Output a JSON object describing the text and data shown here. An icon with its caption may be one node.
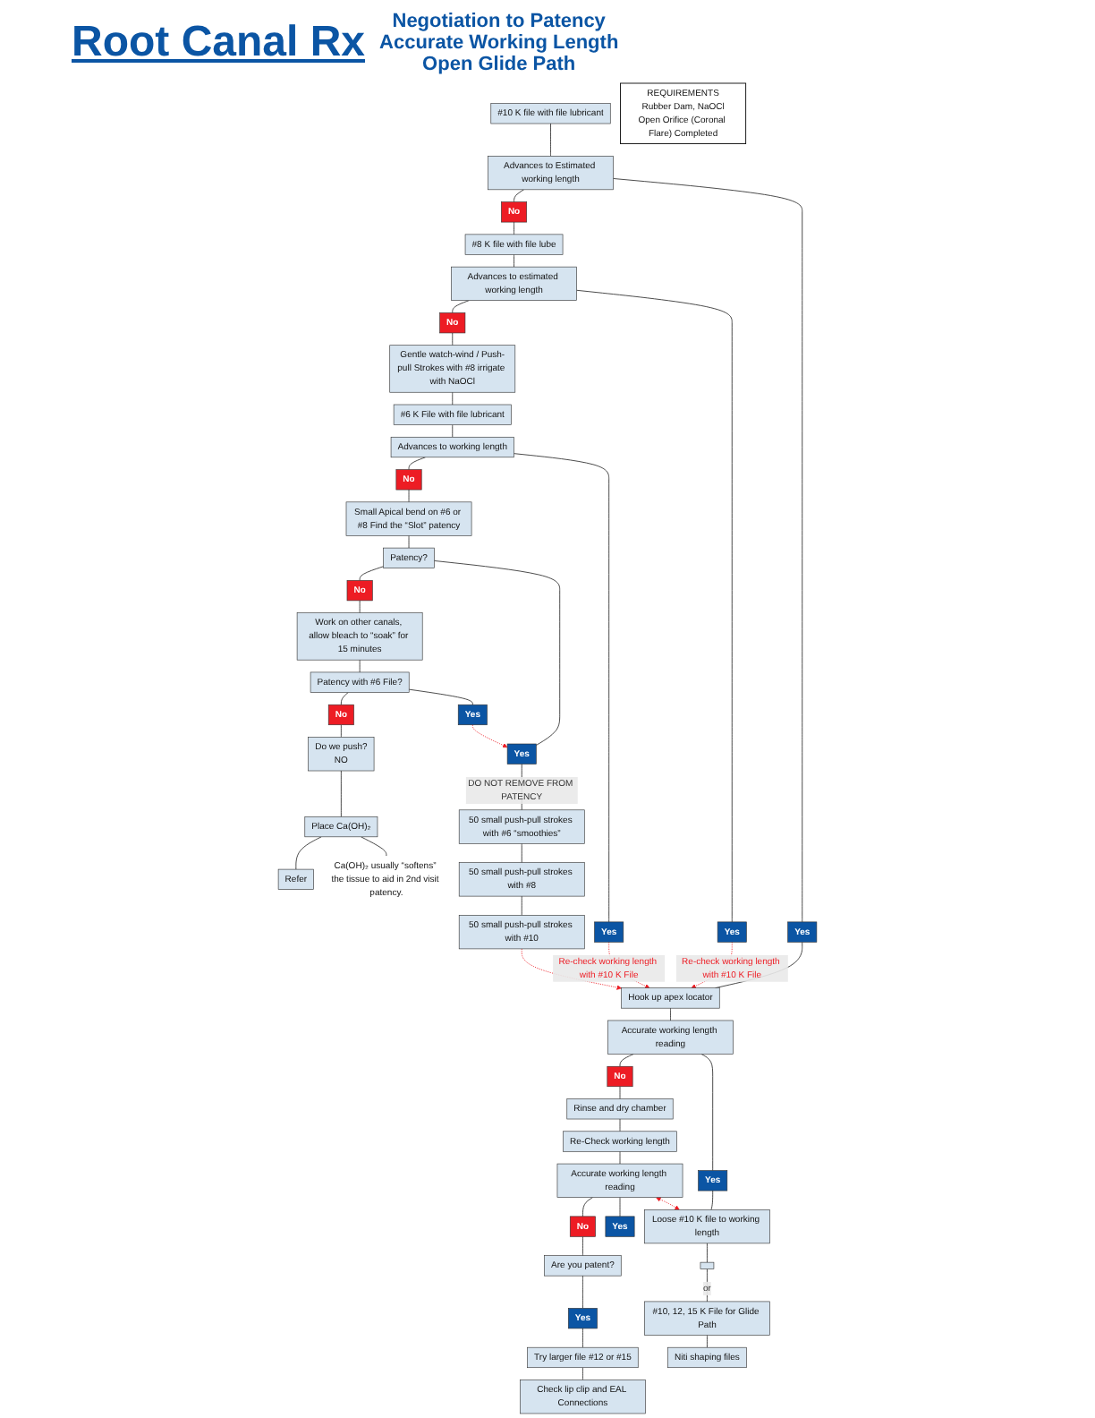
{
  "diagram": {
    "title": "Root Canal Rx",
    "nodes": [
      {
        "text": [
          "#10 K file with file lubricant"
        ]
      },
      {
        "text": [
          "Advances to Estimated working length"
        ]
      },
      {
        "text": [
          "No"
        ]
      },
      {
        "text": [
          "Yes"
        ]
      },
      {
        "text": [
          "#8 K file with file lube"
        ]
      },
      {
        "text": [
          "Advances to estimated working length"
        ]
      },
      {
        "text": [
          "No"
        ]
      },
      {
        "text": [
          "Yes"
        ]
      },
      {
        "text": [
          "Gentle watch-wind / Push-pull Strokes with #8 irrigate with NaOCl"
        ]
      },
      {
        "text": [
          "#6 K File with file lubricant"
        ]
      },
      {
        "text": [
          "Advances to working length"
        ]
      },
      {
        "text": [
          "No"
        ]
      },
      {
        "text": [
          "Yes"
        ]
      },
      {
        "text": [
          "Small Apical bend on #6 or #8 Find the “Slot” patency"
        ]
      },
      {
        "text": [
          "Patency?"
        ]
      },
      {
        "text": [
          "No"
        ]
      },
      {
        "text": [
          "Yes"
        ]
      },
      {
        "text": [
          "50 small push-pull strokes with #6 “smoothies”"
        ]
      },
      {
        "text": [
          "50 small push-pull strokes with #8"
        ]
      },
      {
        "text": [
          "50 small push-pull strokes with #10"
        ]
      },
      {
        "text": [
          "Work on other canals, allow bleach to “soak” for 15 minutes"
        ]
      },
      {
        "text": [
          "Patency with #6 File?"
        ]
      },
      {
        "text": [
          "No"
        ]
      },
      {
        "text": [
          "Yes"
        ]
      },
      {
        "text": [
          "Do we push?",
          "NO"
        ]
      },
      {
        "text": [
          "Place Ca(OH)₂"
        ]
      },
      {
        "text": [
          "Refer"
        ]
      },
      {
        "text": [
          "Ca(OH)₂ usually “softens” the tissue to aid in 2nd visit patency."
        ]
      },
      {
        "text": [
          "Hook up apex locator"
        ]
      },
      {
        "text": [
          "Accurate working length reading"
        ]
      },
      {
        "text": [
          "No"
        ]
      },
      {
        "text": [
          "Yes"
        ]
      },
      {
        "text": [
          "Rinse and dry chamber"
        ]
      },
      {
        "text": [
          "Re-Check working length"
        ]
      },
      {
        "text": [
          "Accurate working length reading"
        ]
      },
      {
        "text": [
          "No"
        ]
      },
      {
        "text": [
          "Yes"
        ]
      },
      {
        "text": [
          "Are you patent?"
        ]
      },
      {
        "text": [
          "Yes"
        ]
      },
      {
        "text": [
          "Try larger file #12 or #15"
        ]
      },
      {
        "text": [
          "Check lip clip and EAL Connections"
        ]
      },
      {
        "text": [
          "Loose #10 K file to working length"
        ]
      },
      {
        "text": [],
        "shape": "box"
      },
      {
        "text": [
          "#10, 12, 15 K File for Glide Path"
        ]
      },
      {
        "text": [
          "Niti shaping files"
        ]
      },
      {
        "text": [
          "REQUIREMENTS",
          "Rubber Dam, NaOCl",
          "Open Orifice (Coronal Flare) Completed"
        ]
      }
    ],
    "edges": [
      {
        "from": 0,
        "to": 1,
        "arrow": "none"
      },
      {
        "from": 1,
        "to": 2,
        "arrow": "none"
      },
      {
        "from": 1,
        "to": 3,
        "arrow": "none"
      },
      {
        "from": 2,
        "to": 4,
        "arrow": "none"
      },
      {
        "from": 4,
        "to": 5,
        "arrow": "none"
      },
      {
        "from": 5,
        "to": 6,
        "arrow": "none"
      },
      {
        "from": 5,
        "to": 7,
        "arrow": "none"
      },
      {
        "from": 6,
        "to": 8,
        "arrow": "none"
      },
      {
        "from": 8,
        "to": 9,
        "arrow": "none"
      },
      {
        "from": 9,
        "to": 10,
        "arrow": "none"
      },
      {
        "from": 10,
        "to": 11,
        "arrow": "none"
      },
      {
        "from": 10,
        "to": 12,
        "arrow": "none"
      },
      {
        "from": 11,
        "to": 13,
        "arrow": "none"
      },
      {
        "from": 13,
        "to": 14,
        "arrow": "none"
      },
      {
        "from": 14,
        "to": 15,
        "arrow": "none"
      },
      {
        "from": 14,
        "to": 16,
        "arrow": "none"
      },
      {
        "from": 16,
        "to": 17,
        "arrow": "none",
        "label": "DO NOT REMOVE FROM PATENCY"
      },
      {
        "from": 17,
        "to": 18,
        "arrow": "none"
      },
      {
        "from": 18,
        "to": 19,
        "arrow": "none"
      },
      {
        "from": 15,
        "to": 20,
        "arrow": "none"
      },
      {
        "from": 20,
        "to": 21,
        "arrow": "none"
      },
      {
        "from": 21,
        "to": 22,
        "arrow": "none"
      },
      {
        "from": 21,
        "to": 23,
        "arrow": "none"
      },
      {
        "from": 22,
        "to": 24,
        "arrow": "none"
      },
      {
        "from": 24,
        "to": 25,
        "arrow": "none"
      },
      {
        "from": 25,
        "to": 26,
        "arrow": "none"
      },
      {
        "from": 25,
        "to": 27,
        "arrow": "none"
      },
      {
        "from": 23,
        "to": 16,
        "arrow": "to",
        "style": "dashed",
        "color": "#ed1c24"
      },
      {
        "from": 3,
        "to": 28,
        "arrow": "none"
      },
      {
        "from": 28,
        "to": 29,
        "arrow": "none"
      },
      {
        "from": 29,
        "to": 30,
        "arrow": "none"
      },
      {
        "from": 29,
        "to": 31,
        "arrow": "none"
      },
      {
        "from": 30,
        "to": 32,
        "arrow": "none"
      },
      {
        "from": 32,
        "to": 33,
        "arrow": "none"
      },
      {
        "from": 33,
        "to": 34,
        "arrow": "none"
      },
      {
        "from": 34,
        "to": 35,
        "arrow": "none"
      },
      {
        "from": 34,
        "to": 36,
        "arrow": "none"
      },
      {
        "from": 35,
        "to": 37,
        "arrow": "none"
      },
      {
        "from": 37,
        "to": 38,
        "arrow": "none"
      },
      {
        "from": 38,
        "to": 39,
        "arrow": "none"
      },
      {
        "from": 39,
        "to": 40,
        "arrow": "none"
      },
      {
        "from": 31,
        "to": 41,
        "arrow": "none"
      },
      {
        "from": 41,
        "to": 42,
        "arrow": "none"
      },
      {
        "from": 42,
        "to": 43,
        "arrow": "none",
        "label": "or"
      },
      {
        "from": 43,
        "to": 44,
        "arrow": "none"
      },
      {
        "from": 34,
        "to": 41,
        "arrow": "both",
        "style": "dashed",
        "color": "#ed1c24"
      },
      {
        "from": 7,
        "to": 28,
        "arrow": "to",
        "label": "Re-check working length with #10 K File",
        "style": "dashed",
        "color": "#ed1c24"
      },
      {
        "from": 12,
        "to": 28,
        "arrow": "to",
        "label": "Re-check working length with #10 K File",
        "style": "dashed",
        "color": "#ed1c24"
      },
      {
        "from": 19,
        "to": 28,
        "arrow": "to",
        "style": "dashed",
        "color": "#ed1c24"
      }
    ],
    "labels": [
      "Negotiation to Patency",
      "Accurate Working Length",
      "Open Glide Path"
    ]
  }
}
